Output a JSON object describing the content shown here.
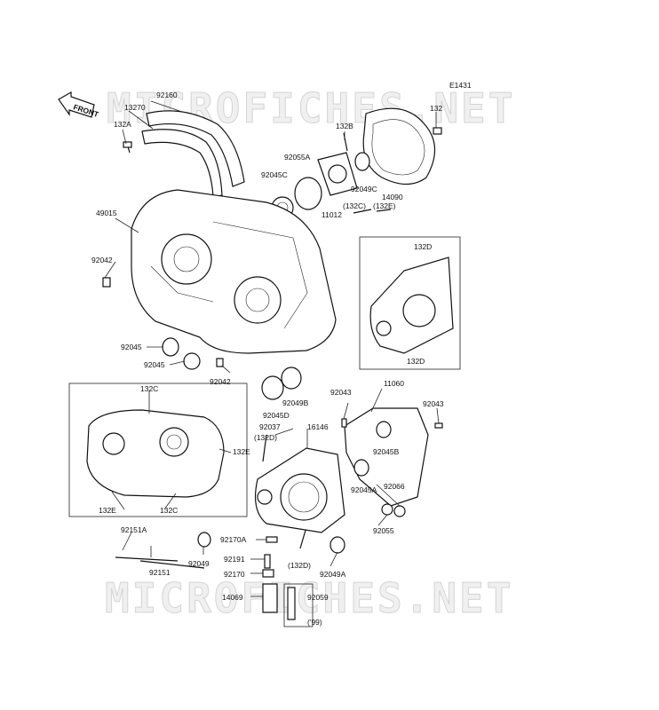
{
  "diagram_code": "E1431",
  "front_label": "FRONT",
  "watermark_text": "MICROFICHES.NET",
  "colors": {
    "line": "#222222",
    "watermark": "#d4d4d4",
    "background": "#ffffff"
  },
  "part_labels": [
    "92160",
    "13270",
    "132A",
    "132B",
    "132",
    "92055A",
    "92045C",
    "92049C",
    "14090",
    "11012",
    "(132C)",
    "(132E)",
    "49015",
    "92042",
    "132D",
    "132D",
    "92045",
    "92045",
    "92042",
    "92049B",
    "92045D",
    "92043",
    "11060",
    "92043",
    "132C",
    "132E",
    "132E",
    "132C",
    "92037",
    "(132D)",
    "16146",
    "92045B",
    "92045A",
    "92066",
    "92055",
    "92151A",
    "92151",
    "92049",
    "92170A",
    "92191",
    "92170",
    "(132D)",
    "92049A",
    "14069",
    "92059",
    "('99)"
  ]
}
